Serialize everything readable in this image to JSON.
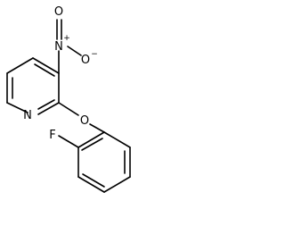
{
  "molecule": {
    "atoms": {
      "pyridine_n": "N",
      "nitro_n": "N",
      "nitro_plus": "+",
      "nitro_o_top": "O",
      "nitro_o_right": "O",
      "nitro_o_minus": "−",
      "ether_o": "O",
      "fluorine": "F"
    }
  }
}
